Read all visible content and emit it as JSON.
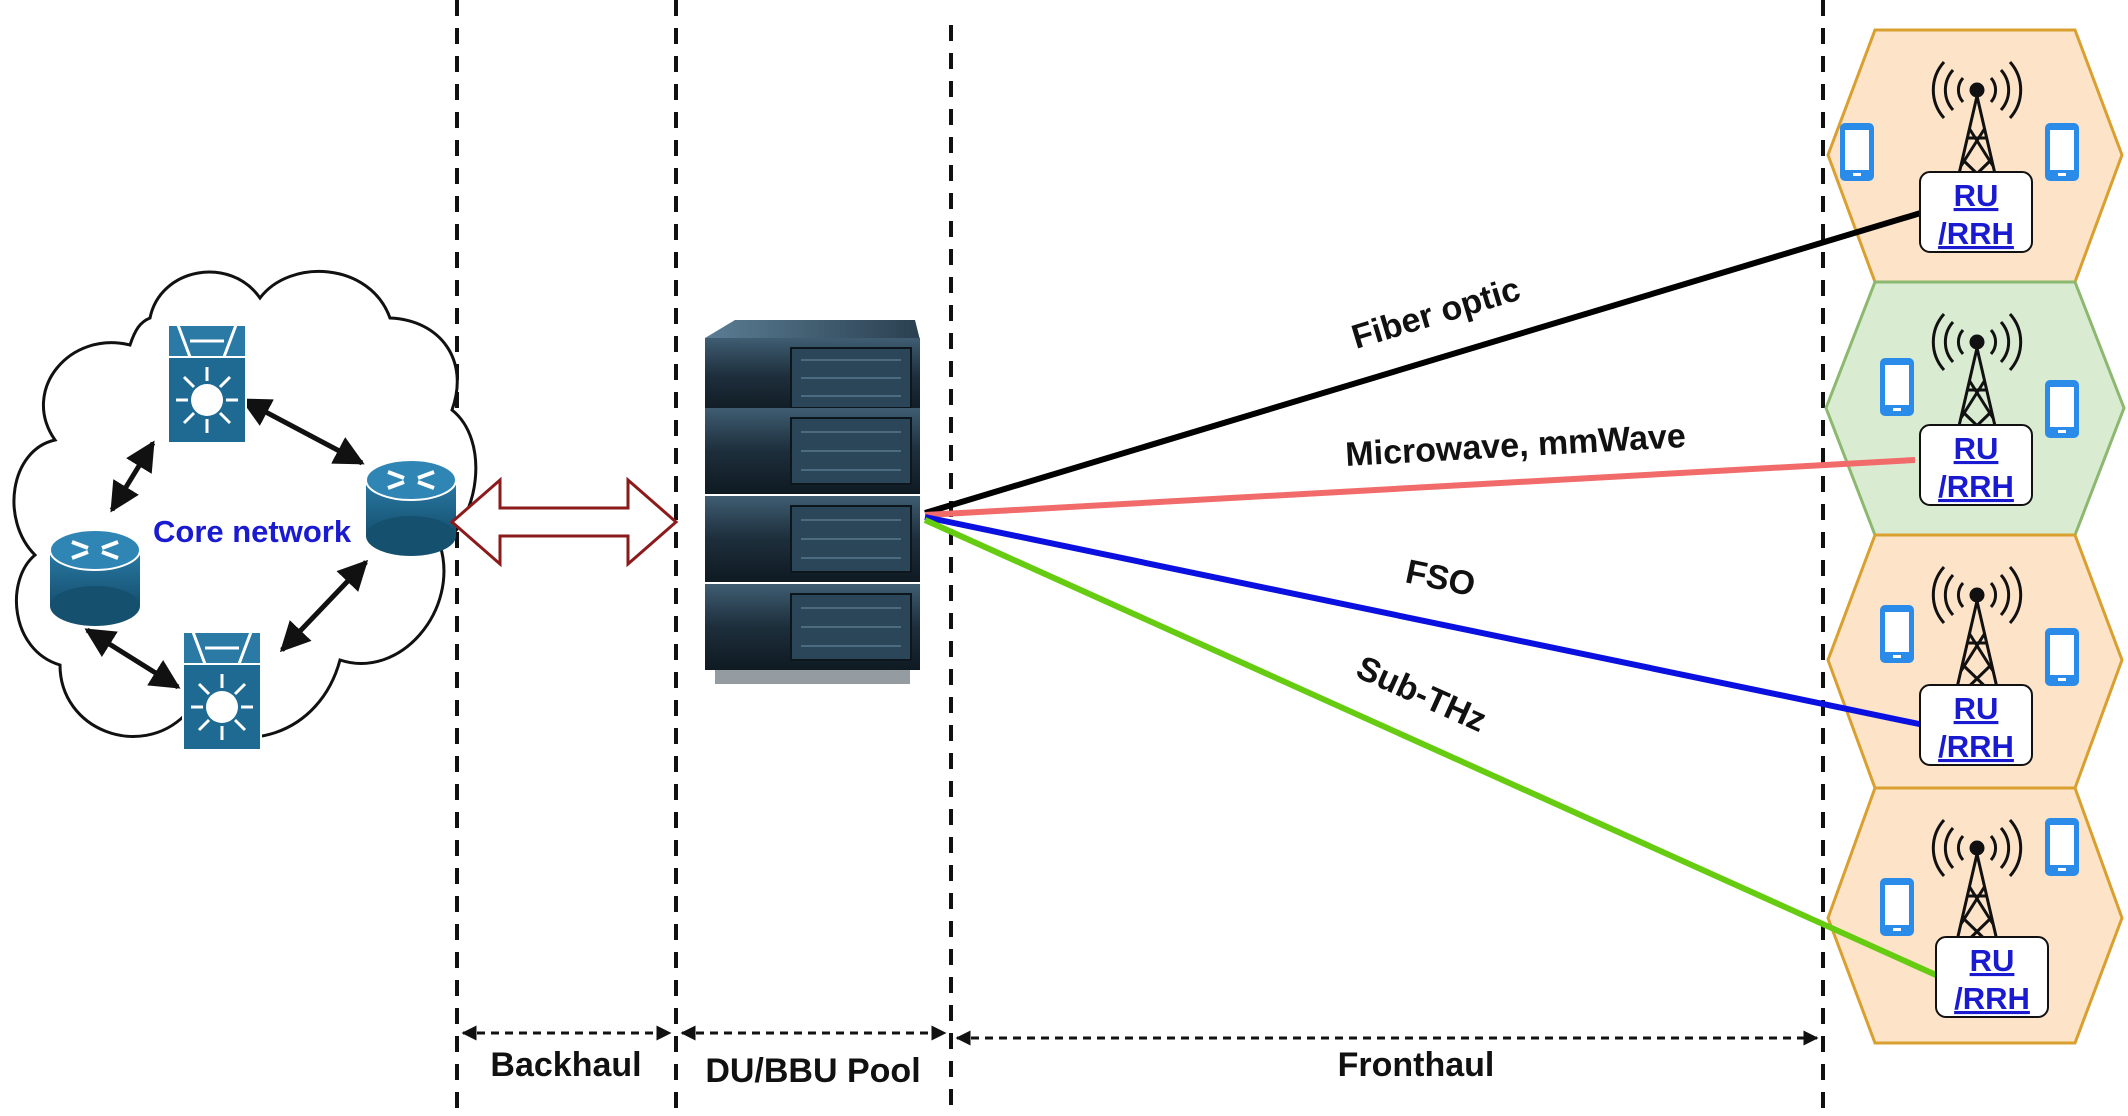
{
  "core": {
    "label": "Core network"
  },
  "links": [
    {
      "label": "Fiber optic",
      "color": "#000000"
    },
    {
      "label": "Microwave, mmWave",
      "color": "#f26b6b"
    },
    {
      "label": "FSO",
      "color": "#0a10e0"
    },
    {
      "label": "Sub-THz",
      "color": "#66cc11"
    }
  ],
  "segments": {
    "backhaul": "Backhaul",
    "pool": "DU/BBU Pool",
    "fronthaul": "Fronthaul"
  },
  "cells": [
    {
      "ru_line1": "RU",
      "ru_line2": "/RRH",
      "fill": "#fde3c8",
      "stroke": "#d9a030"
    },
    {
      "ru_line1": "RU",
      "ru_line2": "/RRH",
      "fill": "#d9ecd2",
      "stroke": "#8cb870"
    },
    {
      "ru_line1": "RU",
      "ru_line2": "/RRH",
      "fill": "#fde3c8",
      "stroke": "#d9a030"
    },
    {
      "ru_line1": "RU",
      "ru_line2": "/RRH",
      "fill": "#fde3c8",
      "stroke": "#d9a030"
    }
  ],
  "colors": {
    "icon_blue": "#1f5f80",
    "phone_blue": "#2b8be8",
    "backhaul_arrow": "#8b1a1a"
  }
}
